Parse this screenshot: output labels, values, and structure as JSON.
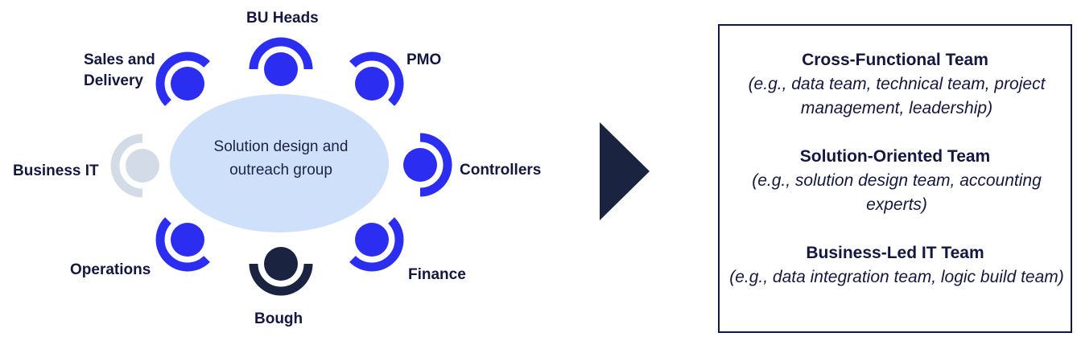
{
  "center": {
    "label": "Solution design and outreach group"
  },
  "seats": [
    {
      "id": "bu-heads",
      "label": "BU Heads",
      "color": "#2b2ef0"
    },
    {
      "id": "pmo",
      "label": "PMO",
      "color": "#2b2ef0"
    },
    {
      "id": "controllers",
      "label": "Controllers",
      "color": "#2b2ef0"
    },
    {
      "id": "finance",
      "label": "Finance",
      "color": "#2b2ef0"
    },
    {
      "id": "bough",
      "label": "Bough",
      "color": "#1a2340"
    },
    {
      "id": "operations",
      "label": "Operations",
      "color": "#2b2ef0"
    },
    {
      "id": "business-it",
      "label": "Business IT",
      "color": "#d3dce6"
    },
    {
      "id": "sales-delivery",
      "label": "Sales and Delivery",
      "label_lines": [
        "Sales and",
        "Delivery"
      ],
      "color": "#2b2ef0"
    }
  ],
  "teams": [
    {
      "title": "Cross-Functional Team",
      "description": "(e.g., data team, technical team, project management, leadership)"
    },
    {
      "title": "Solution-Oriented Team",
      "description": "(e.g., solution design team, accounting experts)"
    },
    {
      "title": "Business-Led IT Team",
      "description": "(e.g., data integration team, logic build team)"
    }
  ],
  "colors": {
    "table": "#cfe0fb",
    "arrow": "#1a2340",
    "text": "#14173f"
  }
}
